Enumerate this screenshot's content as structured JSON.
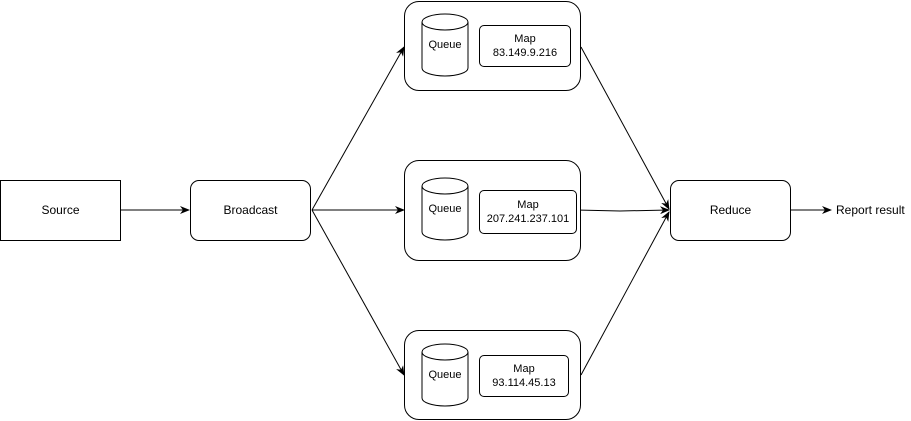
{
  "nodes": {
    "source": "Source",
    "broadcast": "Broadcast",
    "reduce": "Reduce",
    "report": "Report result"
  },
  "workers": [
    {
      "queue": "Queue",
      "map_title": "Map",
      "map_address": "83.149.9.216"
    },
    {
      "queue": "Queue",
      "map_title": "Map",
      "map_address": "207.241.237.101"
    },
    {
      "queue": "Queue",
      "map_title": "Map",
      "map_address": "93.114.45.13"
    }
  ],
  "colors": {
    "stroke": "#000000",
    "fill": "#ffffff"
  }
}
